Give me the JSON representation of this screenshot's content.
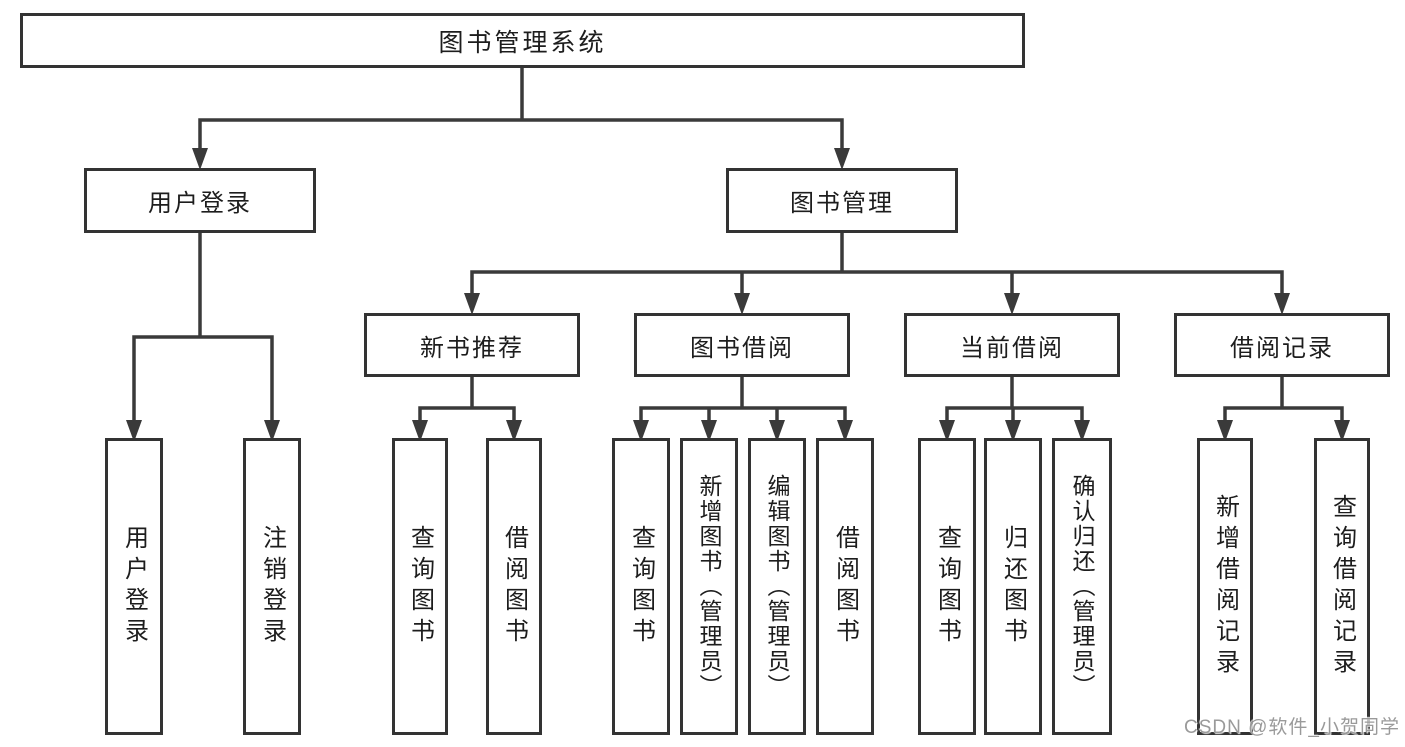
{
  "diagram_title": "图书管理系统",
  "nodes": {
    "root": "图书管理系统",
    "user_login": "用户登录",
    "book_mgmt": "图书管理",
    "new_book_rec": "新书推荐",
    "book_borrow": "图书借阅",
    "current_borrow": "当前借阅",
    "borrow_records": "借阅记录",
    "login": "用户登录",
    "logout": "注销登录",
    "rec_query_books": "查询图书",
    "rec_borrow_books": "借阅图书",
    "bb_query_books": "查询图书",
    "bb_add_books": "新增图书（管理员）",
    "bb_edit_books": "编辑图书（管理员）",
    "bb_borrow_books": "借阅图书",
    "cb_query_books": "查询图书",
    "cb_return_books": "归还图书",
    "cb_confirm_return": "确认归还（管理员）",
    "br_add_record": "新增借阅记录",
    "br_query_record": "查询借阅记录"
  },
  "hierarchy": {
    "图书管理系统": {
      "用户登录": [
        "用户登录",
        "注销登录"
      ],
      "图书管理": {
        "新书推荐": [
          "查询图书",
          "借阅图书"
        ],
        "图书借阅": [
          "查询图书",
          "新增图书（管理员）",
          "编辑图书（管理员）",
          "借阅图书"
        ],
        "当前借阅": [
          "查询图书",
          "归还图书",
          "确认归还（管理员）"
        ],
        "借阅记录": [
          "新增借阅记录",
          "查询借阅记录"
        ]
      }
    }
  },
  "watermark": "CSDN @软件_小贺同学",
  "colors": {
    "line": "#3a3a3a",
    "box_border": "#333333",
    "text": "#1d1d1d",
    "watermark": "#9a9a9a",
    "background": "#ffffff"
  }
}
